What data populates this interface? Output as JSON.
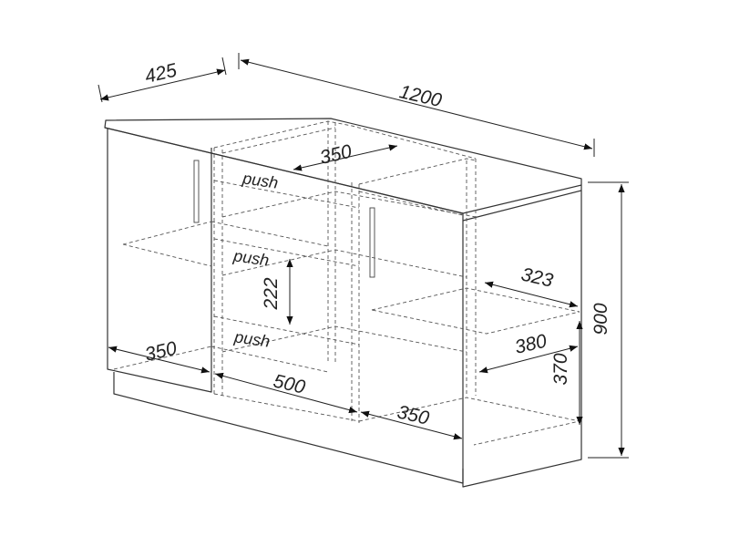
{
  "dimensions": {
    "overall_depth": "425",
    "overall_width": "1200",
    "overall_height": "900",
    "center_shelf_depth": "350",
    "drawer_height": "222",
    "left_shelf_depth": "350",
    "center_width": "500",
    "right_width": "350",
    "right_shelf_depth": "323",
    "right_compartment_depth": "380",
    "right_compartment_height": "370"
  },
  "labels": {
    "drawer_1": "push",
    "drawer_2": "push",
    "drawer_3": "push"
  }
}
